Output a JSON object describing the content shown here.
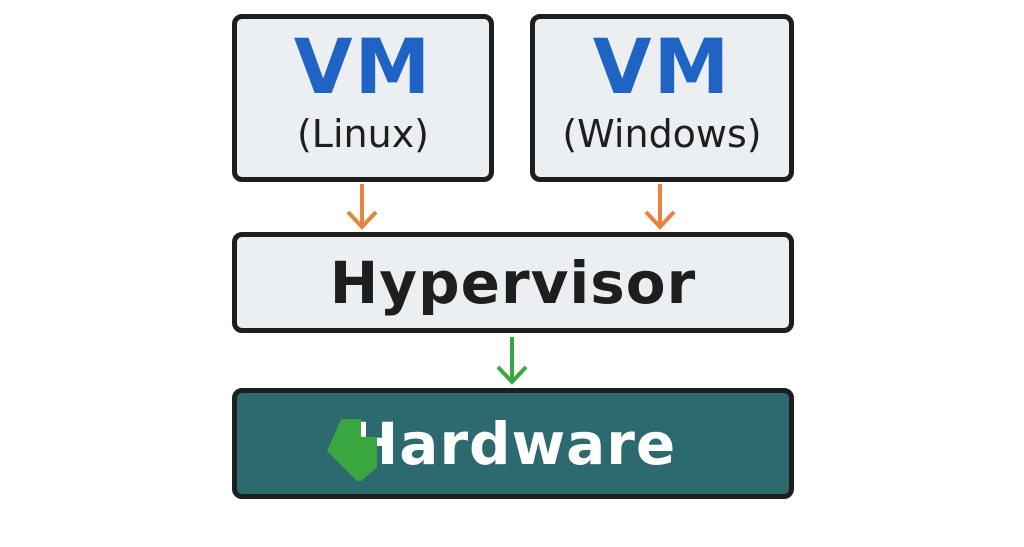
{
  "colors": {
    "vm_title": "#1f63c4",
    "arrow_vm": "#e8823f",
    "arrow_hw": "#3aa640",
    "hardware_bg": "#2c6a70",
    "hardware_icon": "#3aa640"
  },
  "vm_linux": {
    "title": "VM",
    "subtitle": "(Linux)"
  },
  "vm_windows": {
    "title": "VM",
    "subtitle": "(Windows)"
  },
  "hypervisor": {
    "label": "Hypervisor"
  },
  "hardware": {
    "label": "Hardware",
    "icon": "green-chip-icon"
  }
}
